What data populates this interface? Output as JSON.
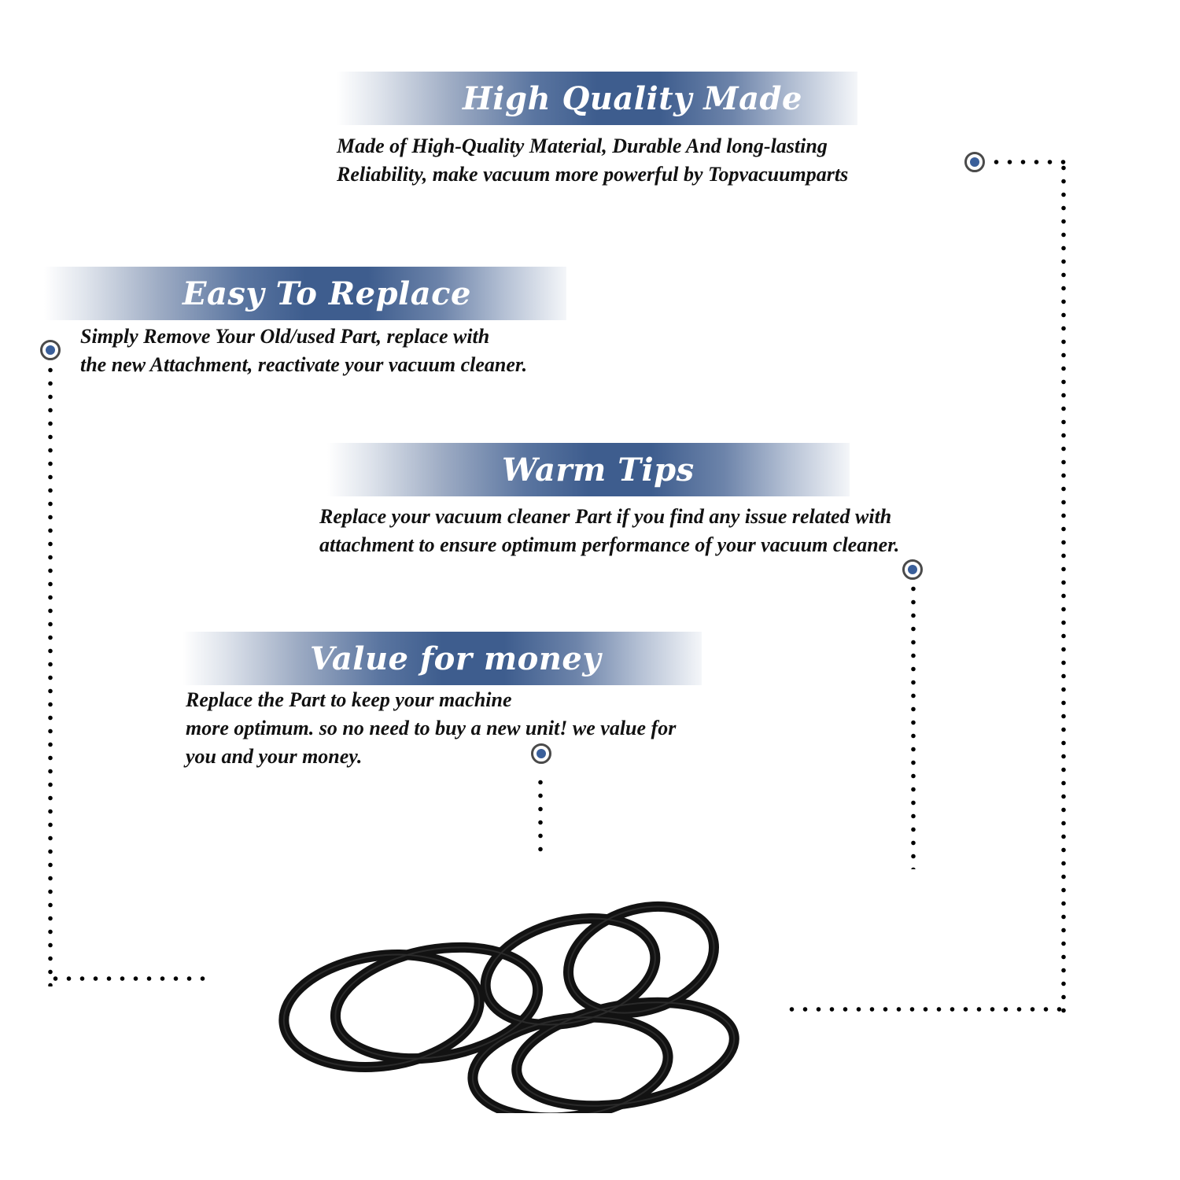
{
  "features": [
    {
      "title": "High Quality Made",
      "lines": [
        "Made of  High-Quality Material, Durable And long-lasting",
        "Reliability, make vacuum more powerful by Topvacuumparts"
      ]
    },
    {
      "title": "Easy To Replace",
      "lines": [
        "Simply Remove Your Old/used Part, replace with",
        "the new Attachment, reactivate your vacuum cleaner."
      ]
    },
    {
      "title": "Warm Tips",
      "lines": [
        "Replace your vacuum cleaner Part if you find any issue related with",
        " attachment to ensure optimum performance of your vacuum cleaner."
      ]
    },
    {
      "title": "Value for money",
      "lines": [
        "Replace the Part to keep your machine",
        "more optimum. so no need to buy a new unit! we value for",
        "you and your money."
      ]
    }
  ],
  "colors": {
    "banner_dark": "#3e5d8e",
    "marker_fill": "#3a5f9a",
    "marker_ring": "#4a4a4a",
    "text": "#111111"
  },
  "product": {
    "name": "black-rubber-o-rings",
    "count": 6
  }
}
